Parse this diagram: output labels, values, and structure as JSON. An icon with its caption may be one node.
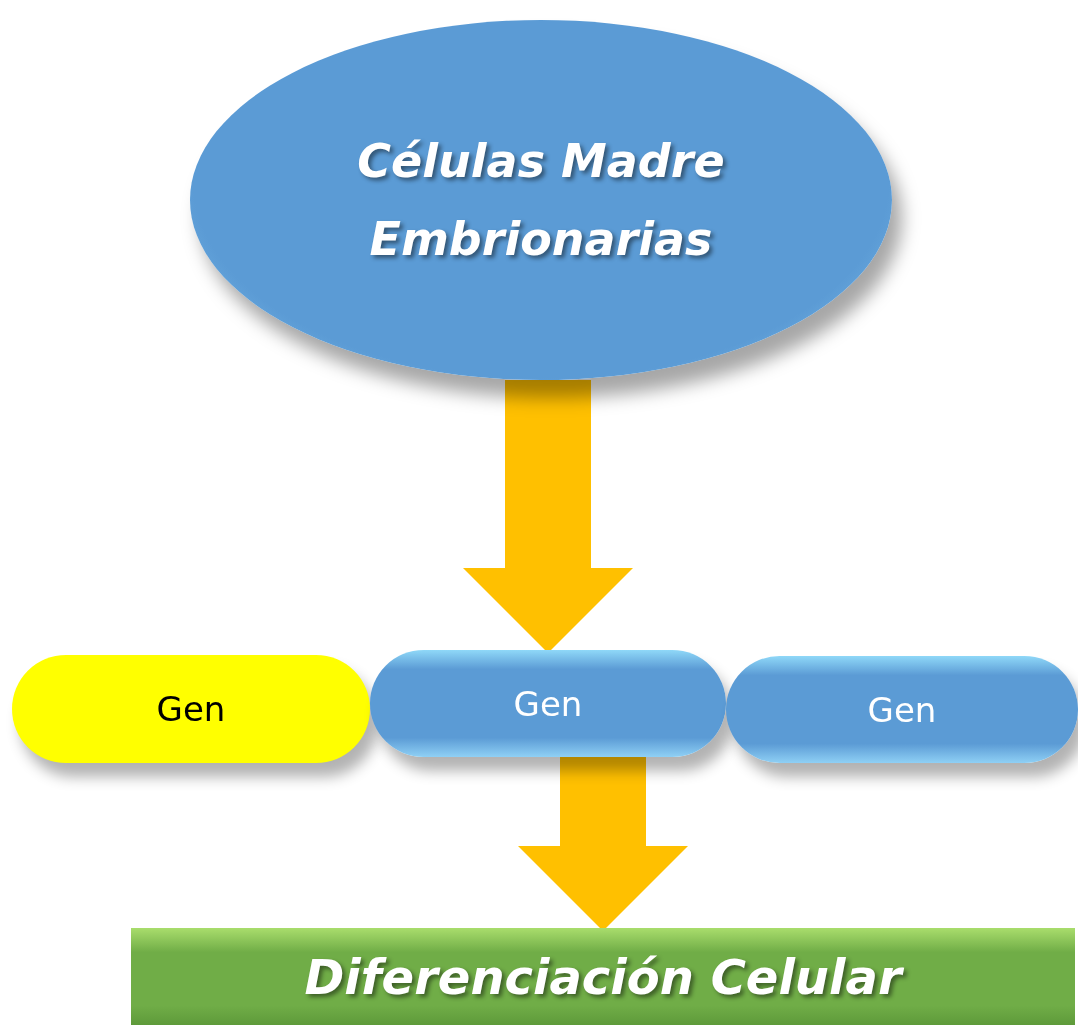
{
  "diagram": {
    "nodes": [
      {
        "text": [
          "Células Madre Embrionarias"
        ]
      },
      {
        "text": [
          "Gen"
        ]
      },
      {
        "text": [
          "Gen"
        ]
      },
      {
        "text": [
          "Gen"
        ]
      },
      {
        "text": [
          "Diferenciación Celular"
        ]
      }
    ],
    "edges": [
      {
        "from": 0,
        "to": 2,
        "arrow": "to"
      },
      {
        "from": 2,
        "to": 4,
        "arrow": "to"
      }
    ]
  }
}
